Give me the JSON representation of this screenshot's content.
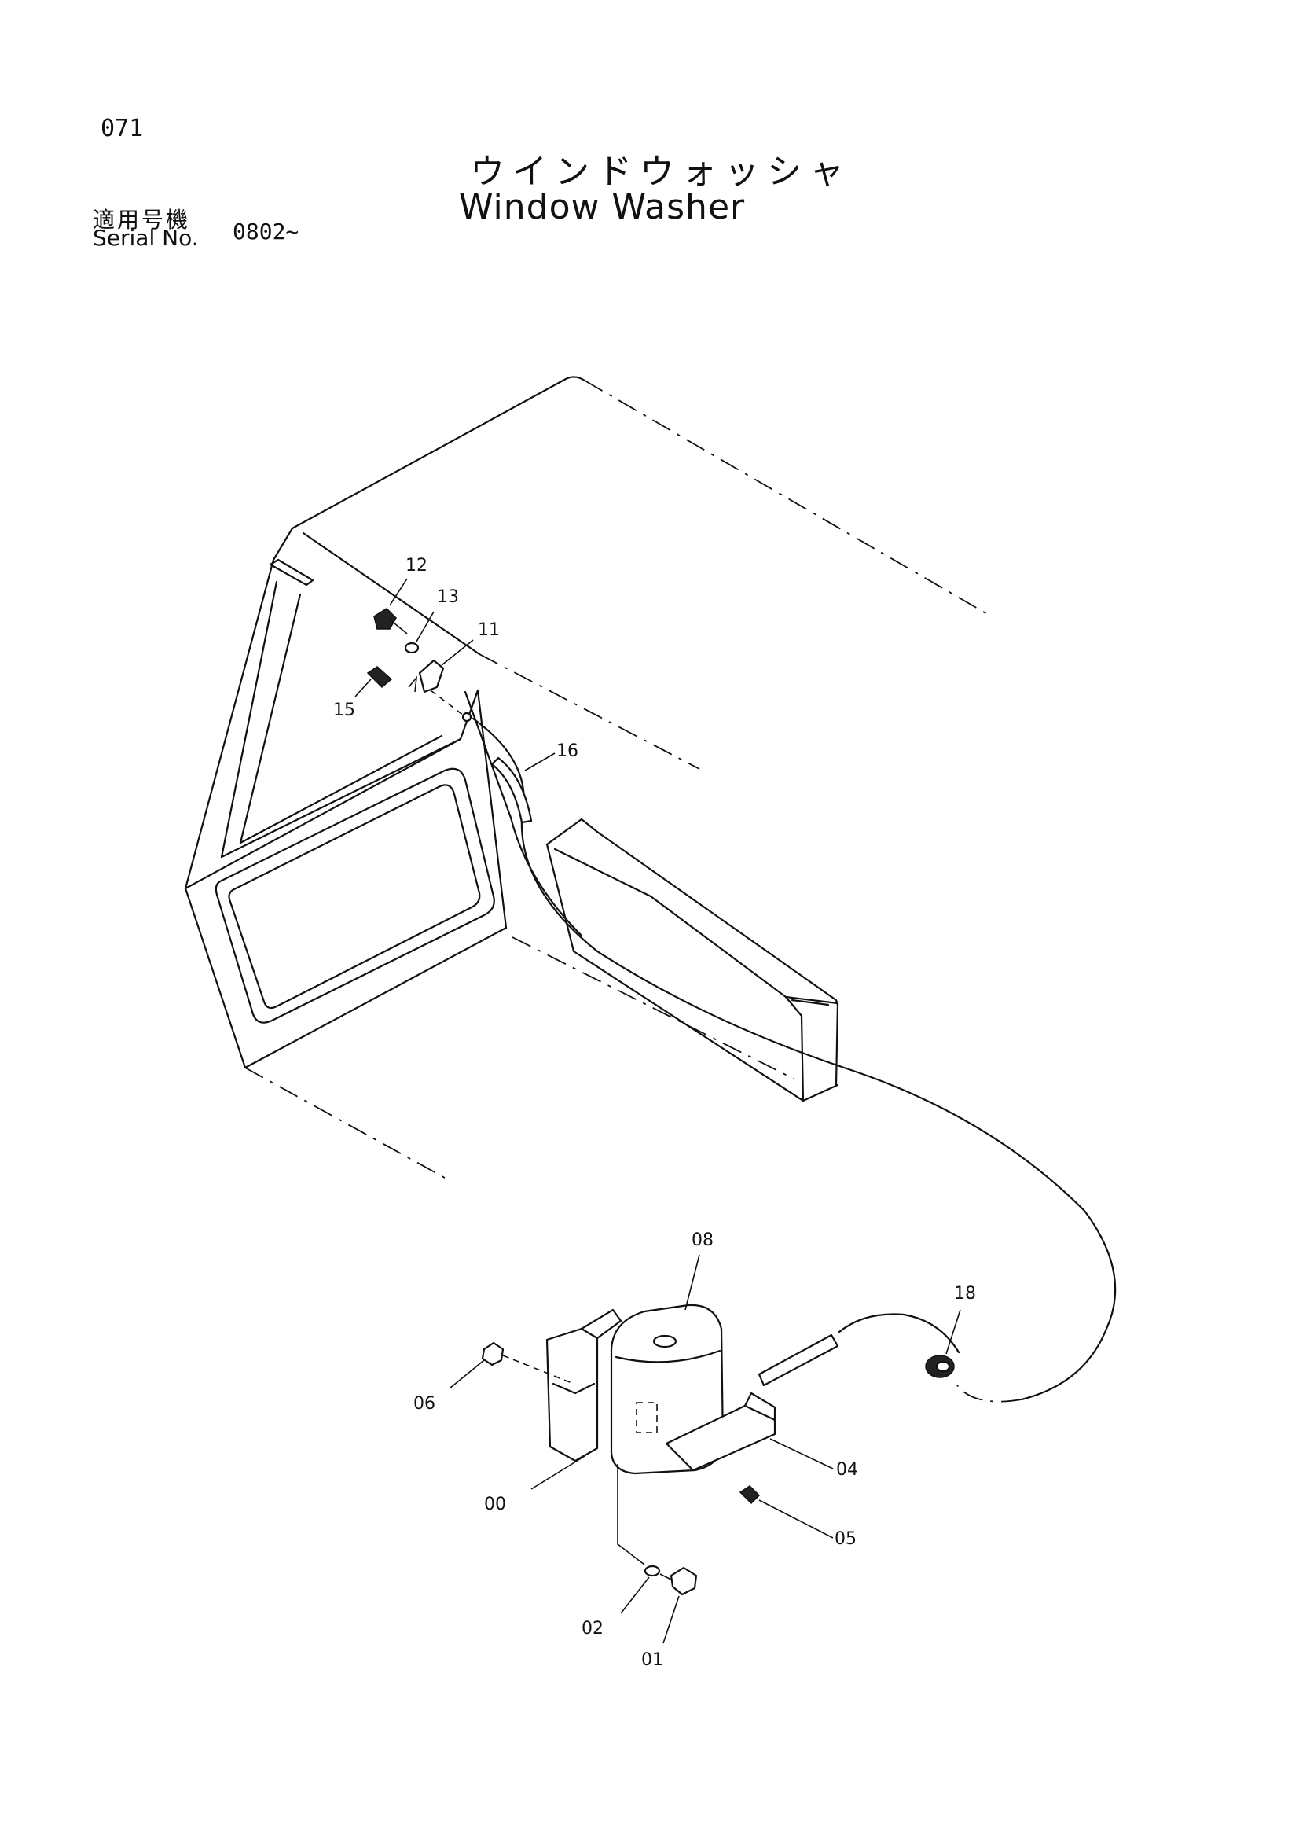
{
  "header": {
    "page_number": "071",
    "title_jp": "ウインドウォッシャ",
    "title_en": "Window Washer",
    "serial_label_jp": "適用号機",
    "serial_label_en": "Serial No.",
    "serial_value": "0802~"
  },
  "callouts": {
    "c00": "00",
    "c01": "01",
    "c02": "02",
    "c04": "04",
    "c05": "05",
    "c06": "06",
    "c08": "08",
    "c11": "11",
    "c12": "12",
    "c13": "13",
    "c15": "15",
    "c16": "16",
    "c18": "18"
  }
}
